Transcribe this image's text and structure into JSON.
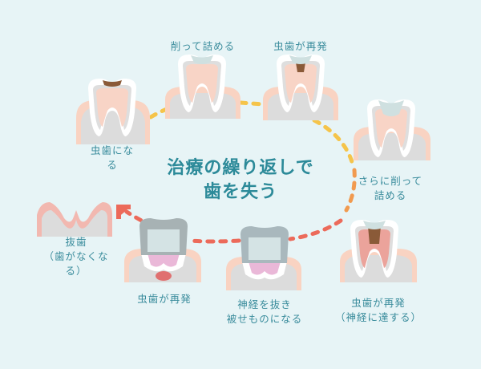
{
  "title": {
    "line1": "治療の繰り返しで",
    "line2": "歯を失う"
  },
  "steps": [
    {
      "id": "cavity",
      "lines": [
        "虫歯にな",
        "る"
      ]
    },
    {
      "id": "filling",
      "lines": [
        "削って詰める"
      ]
    },
    {
      "id": "recur1",
      "lines": [
        "虫歯が再発"
      ]
    },
    {
      "id": "refill",
      "lines": [
        "さらに削って",
        "詰める"
      ]
    },
    {
      "id": "nerve-reach",
      "lines": [
        "虫歯が再発",
        "（神経に達する）"
      ]
    },
    {
      "id": "crown",
      "lines": [
        "神経を抜き",
        "被せものになる"
      ]
    },
    {
      "id": "recur3",
      "lines": [
        "虫歯が再発"
      ]
    },
    {
      "id": "extraction",
      "lines": [
        "抜歯",
        "（歯がなくな",
        "る）"
      ]
    }
  ],
  "colors": {
    "background": "#e7f4f6",
    "yellow_dash": "#f5c44a",
    "orange_dash": "#f19a4f",
    "red_dash": "#ec6a5a",
    "gum": "#f9d3c2",
    "bone": "#dcdcdc",
    "pulp": "#f8d4c6",
    "decay": "#8a5a38",
    "crown_metal": "#a9b8bd"
  }
}
